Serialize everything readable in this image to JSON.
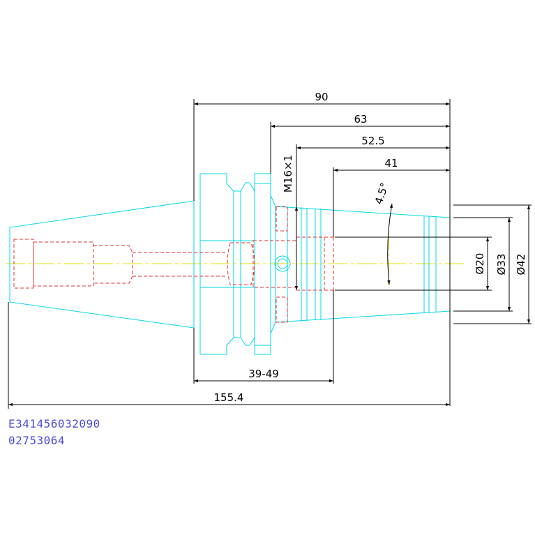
{
  "colors": {
    "outline": "#00d8e8",
    "hidden": "#e03030",
    "centerline": "#e8e000",
    "dimension": "#000000",
    "code_text": "#4a4ad8"
  },
  "dimensions": {
    "d90": "90",
    "d63": "63",
    "d52_5": "52.5",
    "d41": "41",
    "d39_49": "39-49",
    "d155_4": "155.4",
    "dia20": "Ø20",
    "dia33": "Ø33",
    "dia42": "Ø42",
    "thread": "M16×1",
    "angle": "4.5°"
  },
  "codes": {
    "line1": "E341456032090",
    "line2": "02753064"
  }
}
